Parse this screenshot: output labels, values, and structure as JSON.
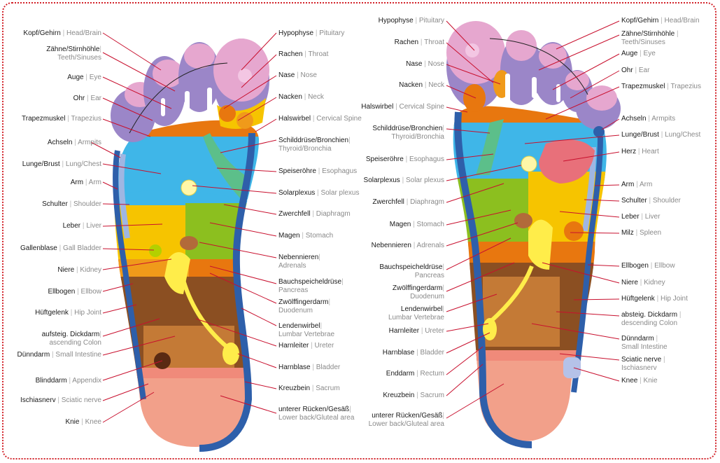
{
  "colors": {
    "border": "#d2232a",
    "leader": "#c8102e",
    "english": "#8a8a8a",
    "head": "#e6a7cf",
    "toes": "#9b86c8",
    "orange": "#e8770f",
    "cyan": "#3fb6e8",
    "green": "#8cbf1f",
    "yellow": "#f6c400",
    "brown": "#8b4f22",
    "heel": "#f2a08a",
    "spine": "#2e5faa"
  },
  "left_foot": {
    "labels": [
      {
        "de": "Kopf/Gehirn",
        "en": "Head/Brain"
      },
      {
        "de": "Zähne/Stirnhöhle",
        "en": "Teeth/Sinuses"
      },
      {
        "de": "Auge",
        "en": "Eye"
      },
      {
        "de": "Ohr",
        "en": "Ear"
      },
      {
        "de": "Trapezmuskel",
        "en": "Trapezius"
      },
      {
        "de": "Achseln",
        "en": "Armpits"
      },
      {
        "de": "Lunge/Brust",
        "en": "Lung/Chest"
      },
      {
        "de": "Arm",
        "en": "Arm"
      },
      {
        "de": "Schulter",
        "en": "Shoulder"
      },
      {
        "de": "Leber",
        "en": "Liver"
      },
      {
        "de": "Gallenblase",
        "en": "Gall Bladder"
      },
      {
        "de": "Niere",
        "en": "Kidney"
      },
      {
        "de": "Ellbogen",
        "en": "Ellbow"
      },
      {
        "de": "Hüftgelenk",
        "en": "Hip Joint"
      },
      {
        "de": "aufsteig. Dickdarm",
        "en": "ascending Colon"
      },
      {
        "de": "Dünndarm",
        "en": "Small Intestine"
      },
      {
        "de": "Blinddarm",
        "en": "Appendix"
      },
      {
        "de": "Ischiasnerv",
        "en": "Sciatic nerve"
      },
      {
        "de": "Knie",
        "en": "Knee"
      },
      {
        "de": "Hypophyse",
        "en": "Pituitary"
      },
      {
        "de": "Rachen",
        "en": "Throat"
      },
      {
        "de": "Nase",
        "en": "Nose"
      },
      {
        "de": "Nacken",
        "en": "Neck"
      },
      {
        "de": "Halswirbel",
        "en": "Cervical Spine"
      },
      {
        "de": "Schilddrüse/Bronchien",
        "en": "Thyroid/Bronchia"
      },
      {
        "de": "Speiseröhre",
        "en": "Esophagus"
      },
      {
        "de": "Solarplexus",
        "en": "Solar plexus"
      },
      {
        "de": "Zwerchfell",
        "en": "Diaphragm"
      },
      {
        "de": "Magen",
        "en": "Stomach"
      },
      {
        "de": "Nebennieren",
        "en": "Adrenals"
      },
      {
        "de": "Bauchspeicheldrüse",
        "en": "Pancreas"
      },
      {
        "de": "Zwölffingerdarm",
        "en": "Duodenum"
      },
      {
        "de": "Lendenwirbel",
        "en": "Lumbar Vertebrae"
      },
      {
        "de": "Harnleiter",
        "en": "Ureter"
      },
      {
        "de": "Harnblase",
        "en": "Bladder"
      },
      {
        "de": "Kreuzbein",
        "en": "Sacrum"
      },
      {
        "de": "unterer Rücken/Gesäß",
        "en": "Lower back/Gluteal area"
      }
    ]
  },
  "right_foot": {
    "labels": [
      {
        "de": "Hypophyse",
        "en": "Pituitary"
      },
      {
        "de": "Rachen",
        "en": "Throat"
      },
      {
        "de": "Nase",
        "en": "Nose"
      },
      {
        "de": "Nacken",
        "en": "Neck"
      },
      {
        "de": "Halswirbel",
        "en": "Cervical Spine"
      },
      {
        "de": "Schilddrüse/Bronchien",
        "en": "Thyroid/Bronchia"
      },
      {
        "de": "Speiseröhre",
        "en": "Esophagus"
      },
      {
        "de": "Solarplexus",
        "en": "Solar plexus"
      },
      {
        "de": "Zwerchfell",
        "en": "Diaphragm"
      },
      {
        "de": "Magen",
        "en": "Stomach"
      },
      {
        "de": "Nebennieren",
        "en": "Adrenals"
      },
      {
        "de": "Bauchspeicheldrüse",
        "en": "Pancreas"
      },
      {
        "de": "Zwölffingerdarm",
        "en": "Duodenum"
      },
      {
        "de": "Lendenwirbel",
        "en": "Lumbar Vertebrae"
      },
      {
        "de": "Harnleiter",
        "en": "Ureter"
      },
      {
        "de": "Harnblase",
        "en": "Bladder"
      },
      {
        "de": "Enddarm",
        "en": "Rectum"
      },
      {
        "de": "Kreuzbein",
        "en": "Sacrum"
      },
      {
        "de": "unterer Rücken/Gesäß",
        "en": "Lower back/Gluteal area"
      },
      {
        "de": "Kopf/Gehirn",
        "en": "Head/Brain"
      },
      {
        "de": "Zähne/Stirnhöhle",
        "en": "Teeth/Sinuses"
      },
      {
        "de": "Auge",
        "en": "Eye"
      },
      {
        "de": "Ohr",
        "en": "Ear"
      },
      {
        "de": "Trapezmuskel",
        "en": "Trapezius"
      },
      {
        "de": "Achseln",
        "en": "Armpits"
      },
      {
        "de": "Lunge/Brust",
        "en": "Lung/Chest"
      },
      {
        "de": "Herz",
        "en": "Heart"
      },
      {
        "de": "Arm",
        "en": "Arm"
      },
      {
        "de": "Schulter",
        "en": "Shoulder"
      },
      {
        "de": "Leber",
        "en": "Liver"
      },
      {
        "de": "Milz",
        "en": "Spleen"
      },
      {
        "de": "Ellbogen",
        "en": "Ellbow"
      },
      {
        "de": "Niere",
        "en": "Kidney"
      },
      {
        "de": "Hüftgelenk",
        "en": "Hip Joint"
      },
      {
        "de": "absteig. Dickdarm",
        "en": "descending Colon"
      },
      {
        "de": "Dünndarm",
        "en": "Small Intestine"
      },
      {
        "de": "Sciatic nerve",
        "en": "Ischiasnerv"
      },
      {
        "de": "Knee",
        "en": "Knie"
      }
    ]
  }
}
